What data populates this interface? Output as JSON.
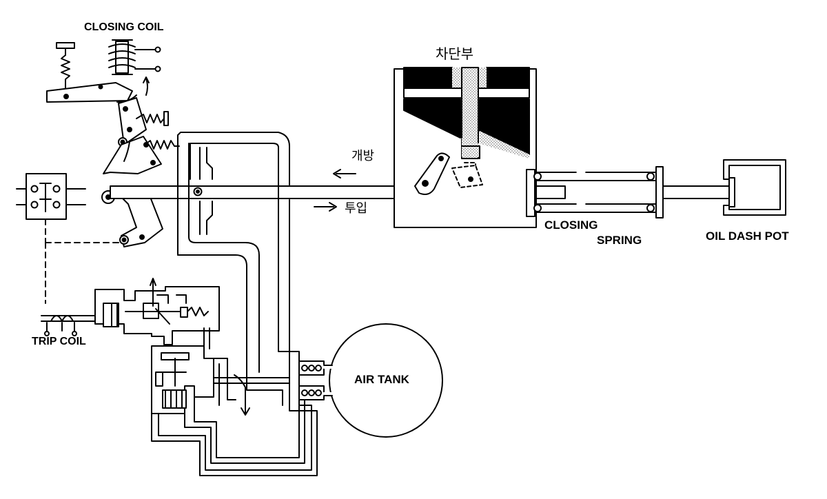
{
  "labels": {
    "closing_coil": "CLOSING COIL",
    "chadanbu": "차단부",
    "gaebang": "개방",
    "tuip": "투입",
    "closing": "CLOSING",
    "spring": "SPRING",
    "oil_dash_pot": "OIL DASH POT",
    "trip_coil": "TRIP COIL",
    "air_tank": "AIR TANK"
  }
}
